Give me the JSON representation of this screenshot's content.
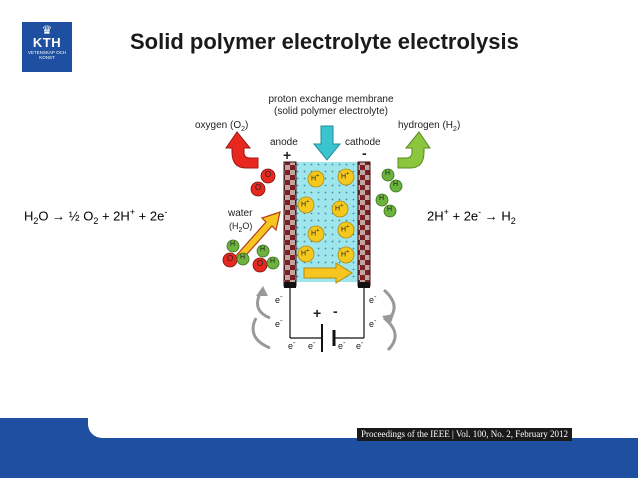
{
  "logo": {
    "text": "KTH",
    "motto": "VETENSKAP OCH KONST"
  },
  "title": "Solid polymer electrolyte electrolysis",
  "equations": {
    "left": {
      "parts": [
        "H",
        "2",
        "O → ½ O",
        "2",
        " + 2H",
        "+",
        " + 2e",
        "-"
      ]
    },
    "right": {
      "parts": [
        "2H",
        "+",
        " + 2e",
        "-",
        " → H",
        "2"
      ]
    }
  },
  "labels": {
    "membrane_line1": "proton exchange membrane",
    "membrane_line2": "(solid polymer electrolyte)",
    "oxygen": "oxygen (O",
    "oxygen_sub": "2",
    "hydrogen": "hydrogen (H",
    "hydrogen_sub": "2",
    "anode": "anode",
    "cathode": "cathode",
    "anode_sign": "+",
    "cathode_sign": "-",
    "water": "water",
    "water_formula": "(H",
    "water_sub": "2",
    "water_end": "O)",
    "close_paren": ")"
  },
  "circuit": {
    "plus": "+",
    "minus": "-",
    "electron": "e",
    "electron_sup": "-"
  },
  "atoms": {
    "oxygen": "O",
    "hydrogen": "H",
    "proton": "H",
    "proton_sup": "+"
  },
  "citation": "Proceedings of the IEEE | Vol. 100, No. 2, February 2012",
  "colors": {
    "brand_blue": "#1f4fa0",
    "membrane": "#9fe5ec",
    "electrode": "#7b1f24",
    "oxygen_arrow": "#e8281f",
    "hydrogen_arrow": "#8cc63f",
    "membrane_arrow": "#3bc3cf",
    "proton": "#f4c81c",
    "oxygen_atom": "#e8281f",
    "hydrogen_atom": "#6cb33e"
  }
}
